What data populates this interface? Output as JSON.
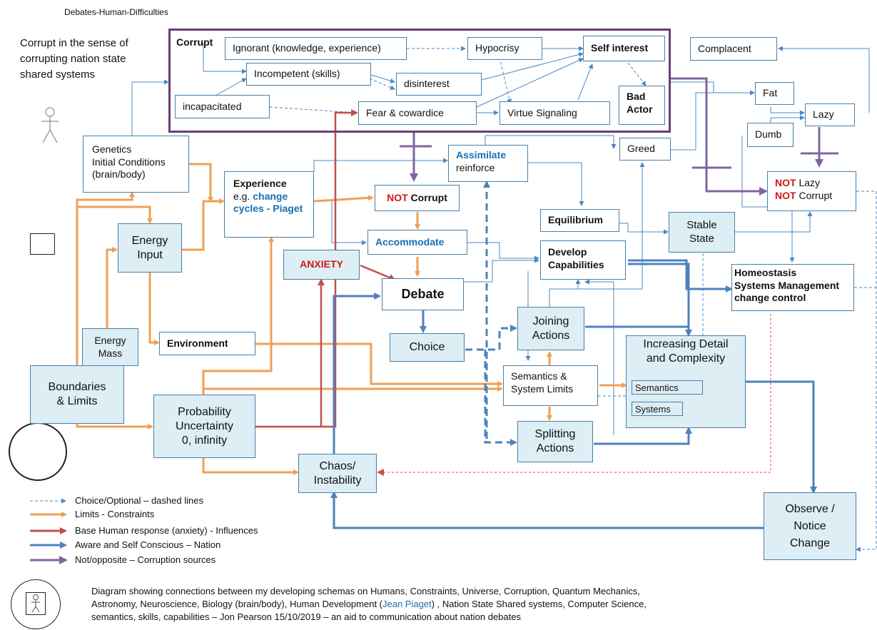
{
  "header": {
    "title": "Debates-Human-Difficulties"
  },
  "intro": {
    "line1": "Corrupt in the sense of",
    "line2": "corrupting nation state",
    "line3": "shared systems"
  },
  "corrupt_group": {
    "label": "Corrupt",
    "ignorant": "Ignorant (knowledge, experience)",
    "incompetent": "Incompetent (skills)",
    "incapacitated": "incapacitated",
    "hypocrisy": "Hypocrisy",
    "self_interest": "Self interest",
    "disinterest": "disinterest",
    "bad_actor_1": "Bad",
    "bad_actor_2": "Actor",
    "fear": "Fear & cowardice",
    "virtue": "Virtue Signaling"
  },
  "right_top": {
    "complacent": "Complacent",
    "fat": "Fat",
    "lazy": "Lazy",
    "dumb": "Dumb",
    "greed": "Greed",
    "not_word": "NOT",
    "not_lazy": " Lazy",
    "not_corrupt": " Corrupt",
    "stable_1": "Stable",
    "stable_2": "State",
    "homeo_1": "Homeostasis",
    "homeo_2": "Systems Management",
    "homeo_3": "change control"
  },
  "left": {
    "genetics_1": "Genetics",
    "genetics_2": "Initial Conditions",
    "genetics_3": "(brain/body)",
    "energy_input_1": "Energy",
    "energy_input_2": "Input",
    "energy_mass_1": "Energy",
    "energy_mass_2": "Mass",
    "boundaries_1": "Boundaries",
    "boundaries_2": "& Limits",
    "environment": "Environment",
    "probability_1": "Probability",
    "probability_2": "Uncertainty",
    "probability_3": "0, infinity",
    "chaos_1": "Chaos/",
    "chaos_2": "Instability"
  },
  "center": {
    "experience_title": "Experience",
    "experience_eg": "e.g. ",
    "experience_link1": "change",
    "experience_link2": "cycles - Piaget",
    "not_word": "NOT",
    "not_corrupt": " Corrupt",
    "assimilate": "Assimilate",
    "reinforce": "reinforce",
    "accommodate": "Accommodate",
    "anxiety": "ANXIETY",
    "debate": "Debate",
    "choice": "Choice",
    "equilibrium": "Equilibrium",
    "develop_1": "Develop",
    "develop_2": "Capabilities",
    "joining_1": "Joining",
    "joining_2": "Actions",
    "semantics_1": "Semantics &",
    "semantics_2": "System Limits",
    "splitting_1": "Splitting",
    "splitting_2": "Actions",
    "increasing_1": "Increasing Detail",
    "increasing_2": "and Complexity",
    "sub_semantics": "Semantics",
    "sub_systems": "Systems",
    "observe_1": "Observe /",
    "observe_2": "Notice",
    "observe_3": "Change"
  },
  "legend": [
    {
      "label": "Choice/Optional – dashed lines",
      "color": "#4a88c4",
      "style": "dashed"
    },
    {
      "label": "Limits - Constraints",
      "color": "#f0a055",
      "style": "solid"
    },
    {
      "label": "Base Human response (anxiety)  - Influences",
      "color": "#c0504d",
      "style": "solid"
    },
    {
      "label": "Aware and Self Conscious – Nation",
      "color": "#4f81bd",
      "style": "solid"
    },
    {
      "label": "Not/opposite – Corruption sources",
      "color": "#8064a2",
      "style": "solid"
    }
  ],
  "caption": {
    "line1": "Diagram showing connections between my developing schemas on Humans, Constraints, Universe, Corruption, Quantum Mechanics,",
    "line2a": "Astronomy, Neuroscience, Biology (brain/body), Human Development (",
    "line2b": "Jean Piaget",
    "line2c": ") , Nation State Shared systems, Computer Science,",
    "line3": "semantics, skills, capabilities – Jon Pearson 15/10/2019 – an aid to communication about nation debates"
  },
  "icons": [
    "stick-figure-icon",
    "empty-square-icon",
    "empty-circle-icon",
    "framed-figure-icon"
  ]
}
